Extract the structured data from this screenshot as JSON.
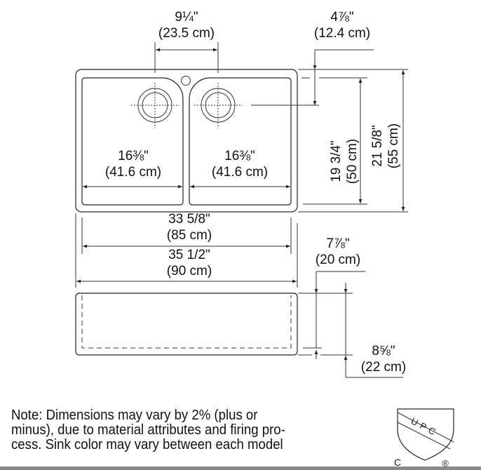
{
  "dimensions": {
    "drain_spacing": {
      "in": "9¼\"",
      "cm": "(23.5 cm)"
    },
    "drain_offset": {
      "in": "4⅞\"",
      "cm": "(12.4 cm)"
    },
    "left_bowl_width": {
      "in": "16⅜\"",
      "cm": "(41.6 cm)"
    },
    "right_bowl_width": {
      "in": "16⅜\"",
      "cm": "(41.6 cm)"
    },
    "bowl_depth_length": {
      "in": "19 3/4\"",
      "cm": "(50 cm)"
    },
    "overall_depth": {
      "in": "21 5/8\"",
      "cm": "(55 cm)"
    },
    "inner_width": {
      "in": "33 5/8\"",
      "cm": "(85 cm)"
    },
    "overall_width": {
      "in": "35 1/2\"",
      "cm": "(90 cm)"
    },
    "bowl_height": {
      "in": "7⅞\"",
      "cm": "(20 cm)"
    },
    "overall_height": {
      "in": "8⅝\"",
      "cm": "(22 cm)"
    }
  },
  "note": {
    "lines": [
      "Note: Dimensions may vary by 2% (plus or",
      "minus), due to material attributes and firing pro-",
      "cess. Sink color may vary between each model"
    ]
  },
  "certification": {
    "mark": "UPC",
    "prefix": "C",
    "registered": "®"
  }
}
